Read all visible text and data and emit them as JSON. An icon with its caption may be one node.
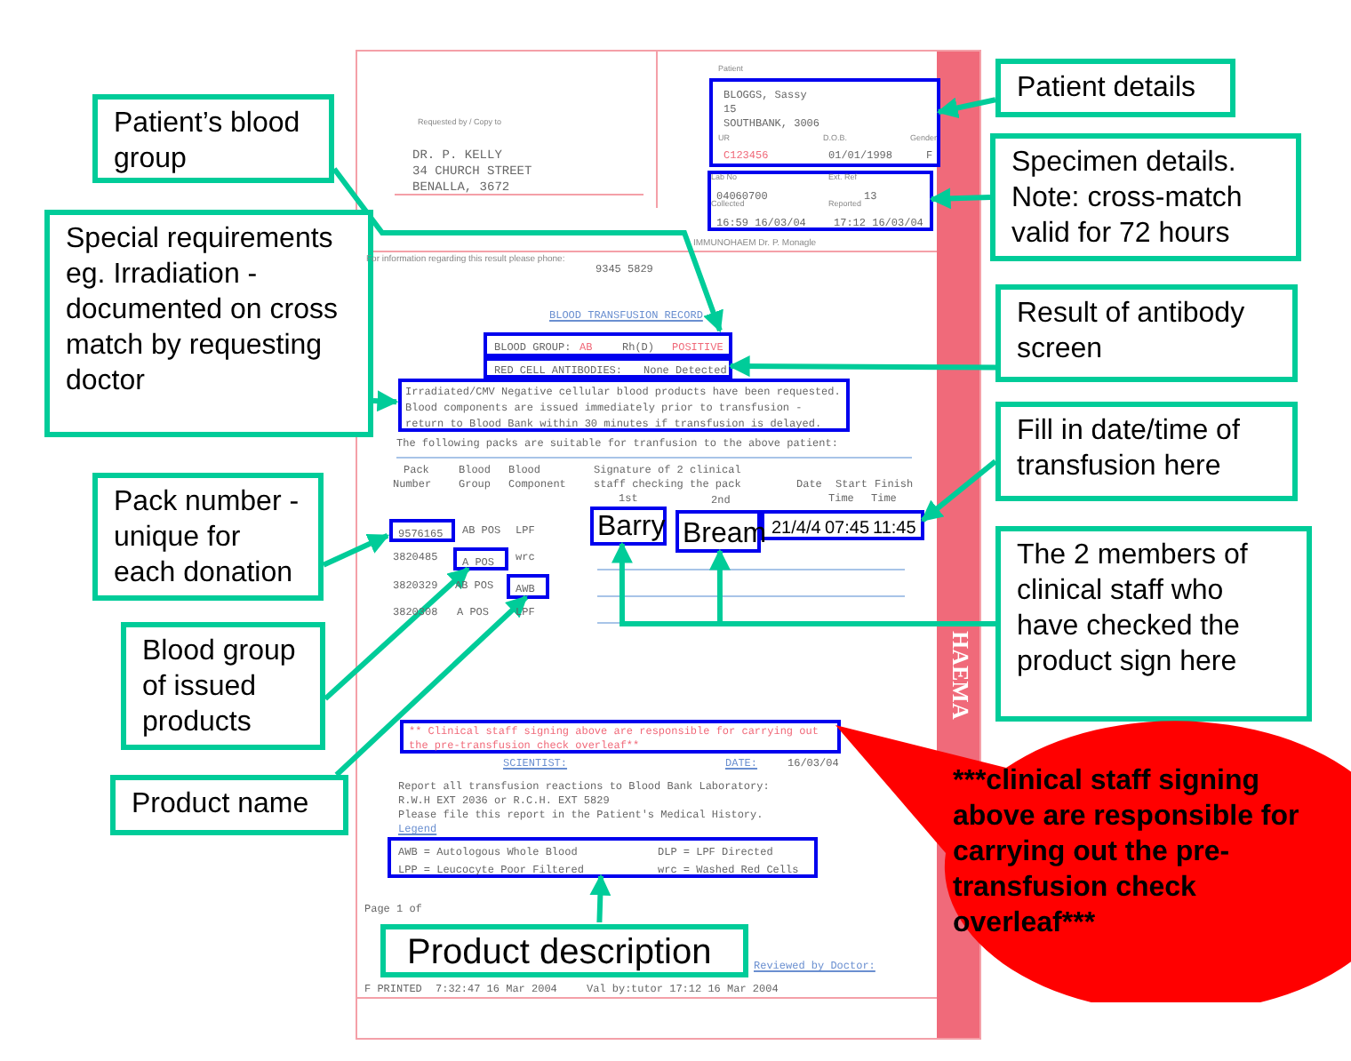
{
  "diagram": {
    "nodes": [
      {
        "text": [
          "Patient’s blood group"
        ]
      },
      {
        "text": [
          "Special requirements eg. Irradiation - documented on cross match by requesting doctor"
        ]
      },
      {
        "text": [
          "Pack number - unique for each donation"
        ]
      },
      {
        "text": [
          "Blood group of issued products"
        ]
      },
      {
        "text": [
          "Product name"
        ]
      },
      {
        "text": [
          "Patient details"
        ]
      },
      {
        "text": [
          "Specimen details. Note: cross-match valid for 72 hours"
        ]
      },
      {
        "text": [
          "Result of antibody screen"
        ]
      },
      {
        "text": [
          "Fill in date/time of transfusion here"
        ]
      },
      {
        "text": [
          "The 2 members of clinical staff who have checked the product sign here"
        ]
      },
      {
        "text": [
          "***clinical staff signing above are responsible for carrying out the pre-transfusion check overleaf***"
        ]
      },
      {
        "text": [
          "Product description"
        ],
        "in": 12
      },
      {
        "text": [],
        "shape": "box"
      },
      {
        "text": [
          "BLOGGS, Sassy",
          "15",
          "SOUTHBANK, 3006",
          "C123456",
          "01/01/1998",
          "F"
        ],
        "in": 12
      },
      {
        "text": [
          "04060700",
          "13",
          "16:59 16/03/04",
          "17:12 16/03/04"
        ],
        "in": 12
      },
      {
        "text": [
          "BLOOD GROUP:",
          "AB",
          "Rh(D)",
          "POSITIVE"
        ],
        "in": 12
      },
      {
        "text": [
          "RED CELL ANTIBODIES:",
          "None Detected"
        ],
        "in": 12
      },
      {
        "text": [
          "Irradiated/CMV Negative cellular blood products have been requested. Blood components are issued immediately prior to transfusion - return to Blood Bank within 30 minutes if transfusion is delayed."
        ],
        "in": 12
      },
      {
        "text": [
          "9576165"
        ],
        "in": 12
      },
      {
        "text": [
          "A POS"
        ],
        "in": 12
      },
      {
        "text": [
          "AWB"
        ],
        "in": 12
      },
      {
        "text": [
          "Barry"
        ],
        "in": 12
      },
      {
        "text": [
          "Bream"
        ],
        "in": 12
      },
      {
        "text": [
          "21/4/4",
          "07:45",
          "11:45"
        ],
        "in": 12
      },
      {
        "text": [
          "** Clinical staff signing above are responsible for carrying out the pre-transfusion check overleaf**"
        ],
        "in": 12
      },
      {
        "text": [
          "AWB = Autologous Whole Blood",
          "DLP = LPF Directed",
          "LPP = Leucocyte Poor Filtered",
          "wrc = Washed Red Cells"
        ],
        "in": 12
      }
    ],
    "edges": [
      {
        "from": 0,
        "to": 15,
        "arrow": "to"
      },
      {
        "from": 1,
        "to": 17,
        "arrow": "to"
      },
      {
        "from": 2,
        "to": 18,
        "arrow": "to"
      },
      {
        "from": 3,
        "to": 19,
        "arrow": "to"
      },
      {
        "from": 4,
        "to": 20,
        "arrow": "to"
      },
      {
        "from": 5,
        "to": 13,
        "arrow": "to"
      },
      {
        "from": 6,
        "to": 14,
        "arrow": "to"
      },
      {
        "from": 7,
        "to": 16,
        "arrow": "to"
      },
      {
        "from": 8,
        "to": 23,
        "arrow": "to"
      },
      {
        "from": 9,
        "to": 21,
        "arrow": "to"
      },
      {
        "from": 9,
        "to": 22,
        "arrow": "to"
      },
      {
        "from": 11,
        "to": 25,
        "arrow": "to"
      }
    ],
    "labels": [
      "Requested by / Copy to",
      "DR. P. KELLY",
      "34 CHURCH STREET",
      "BENALLA, 3672",
      "Patient",
      "UR",
      "D.O.B.",
      "Gender",
      "Lab No",
      "Ext. Ref",
      "Collected",
      "Reported",
      "IMMUNOHAEM Dr. P. Monagle",
      "For information regarding this result please phone:",
      "9345 5829",
      "BLOOD TRANSFUSION RECORD",
      "The following packs are suitable for tranfusion to the above patient:",
      "Pack",
      "Blood",
      "Blood",
      "Signature of 2 clinical",
      "Number",
      "Group",
      "Component",
      "staff checking the pack",
      "Date",
      "Start",
      "Finish",
      "1st",
      "2nd",
      "Time",
      "Time",
      "AB POS",
      "LPF",
      "3820485",
      "wrc",
      "3820329",
      "AB POS",
      "3820308",
      "A POS",
      "LPF",
      "SCIENTIST:",
      "DATE:",
      "16/03/04",
      "Report all transfusion reactions to Blood Bank Laboratory:",
      "R.W.H EXT 2036 or R.C.H. EXT 5829",
      "Please file this report in the Patient's Medical History.",
      "Legend",
      "Page 1 of",
      "Reviewed by Doctor:",
      "F PRINTED",
      "7:32:47 16 Mar 2004",
      "Val by:",
      "tutor 17:12 16 Mar 2004",
      "HAEMA"
    ]
  }
}
